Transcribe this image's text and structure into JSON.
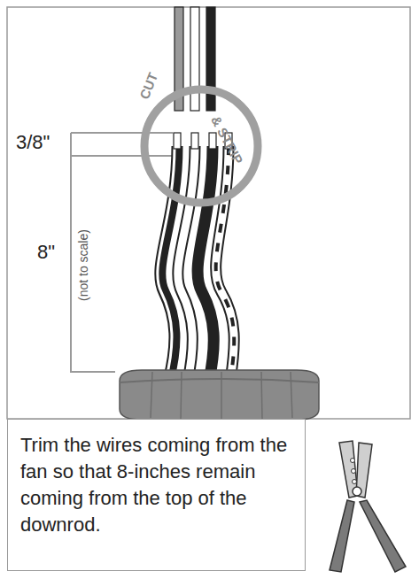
{
  "diagram": {
    "nodes": [
      {
        "text": [
          "CUT",
          "& STRIP"
        ]
      },
      {
        "text": [
          "Trim the wires coming from the fan so that 8-inches remain coming from the top of the downrod."
        ]
      }
    ],
    "labels": [
      "3/8\"",
      "8\"",
      "(not to scale)"
    ]
  }
}
